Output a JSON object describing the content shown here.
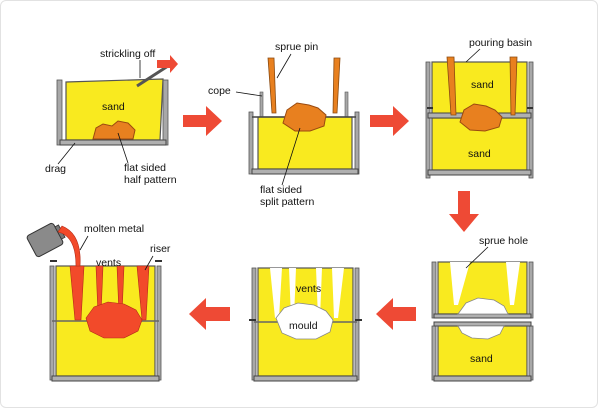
{
  "labels": {
    "strickling_off": "strickling off",
    "sand_drag": "sand",
    "drag": "drag",
    "flat_sided_half_pattern_1": "flat sided",
    "flat_sided_half_pattern_2": "half pattern",
    "sprue_pin": "sprue pin",
    "cope": "cope",
    "flat_sided_split_pattern_1": "flat sided",
    "flat_sided_split_pattern_2": "split pattern",
    "pouring_basin": "pouring basin",
    "sand_top": "sand",
    "sand_bottom": "sand",
    "sprue_hole": "sprue hole",
    "sand_step4": "sand",
    "vents_mould": "vents",
    "mould": "mould",
    "molten_metal": "molten metal",
    "riser": "riser",
    "vents_final": "vents"
  },
  "colors": {
    "sand": "#f9ea1f",
    "pattern": "#e8801f",
    "molten_metal": "#f24a2a",
    "arrow": "#ee4a35",
    "flask": "#b0b0b0"
  }
}
